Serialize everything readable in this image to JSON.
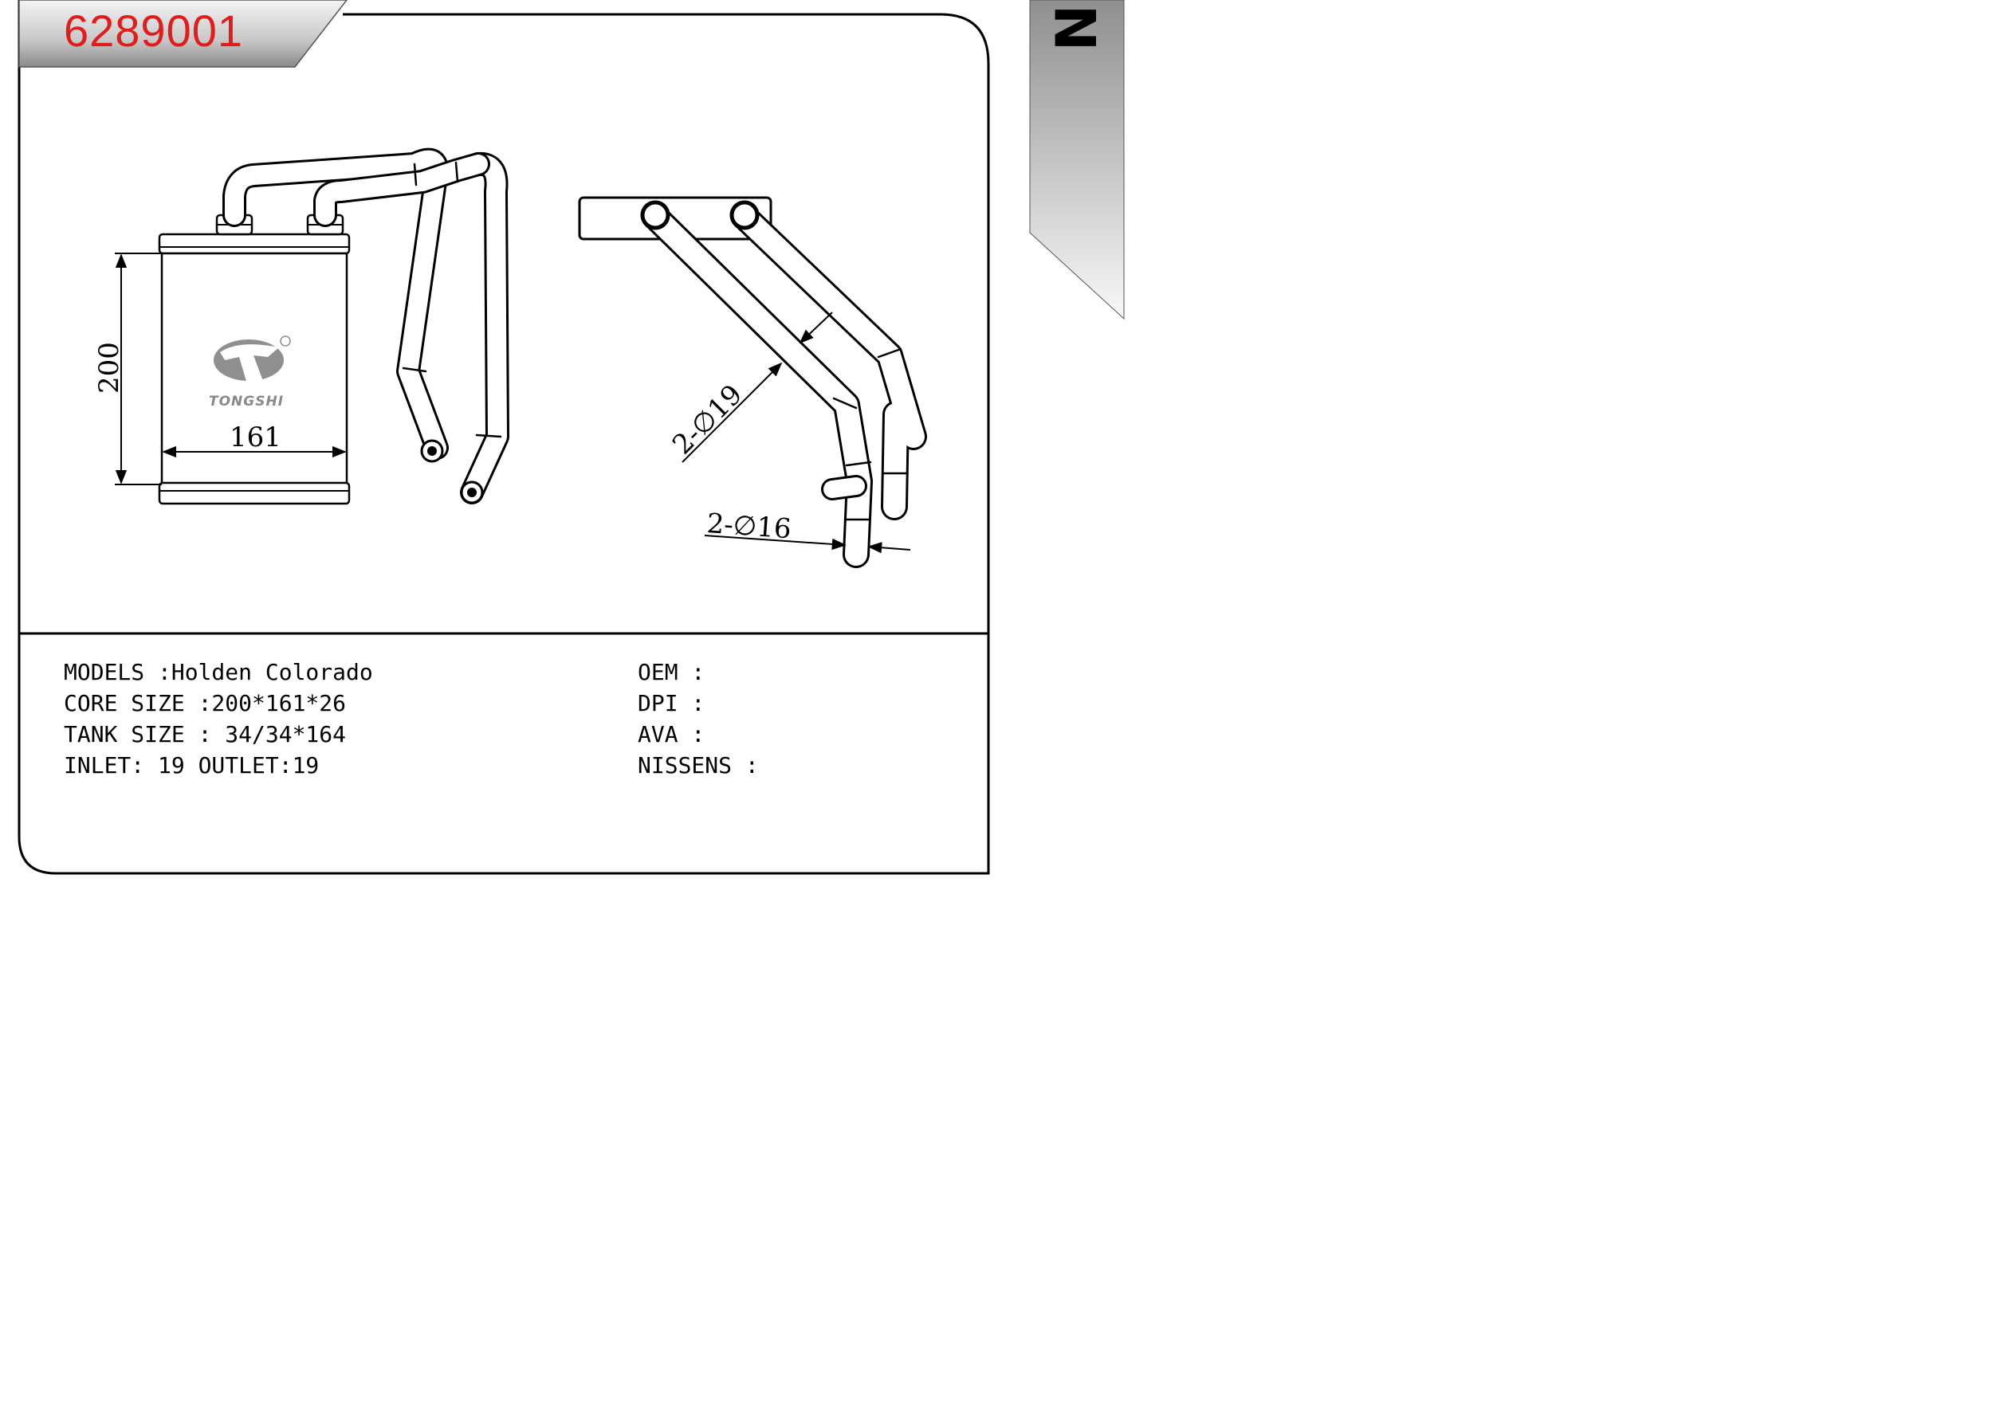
{
  "header": {
    "part_number": "6289001",
    "side_letter": "N"
  },
  "brand": {
    "logo_text": "TONGSHI",
    "registered_mark": "R"
  },
  "dimensions": {
    "height_label": "200",
    "width_label": "161",
    "inlet_outlet_tube_label": "2-∅19",
    "pipe_end_label": "2-∅16"
  },
  "specs": {
    "models": "MODELS :Holden Colorado",
    "core_size": "CORE SIZE :200*161*26",
    "tank_size": "TANK SIZE : 34/34*164",
    "inlet_outlet": "INLET: 19 OUTLET:19"
  },
  "references": {
    "oem": "OEM :",
    "dpi": "DPI :",
    "ava": "AVA :",
    "nissens": "NISSENS :"
  },
  "colors": {
    "part_number_red": "#e21b1b",
    "banner_gray_dark": "#8c8c8c",
    "banner_gray_light": "#f2f2f2"
  }
}
